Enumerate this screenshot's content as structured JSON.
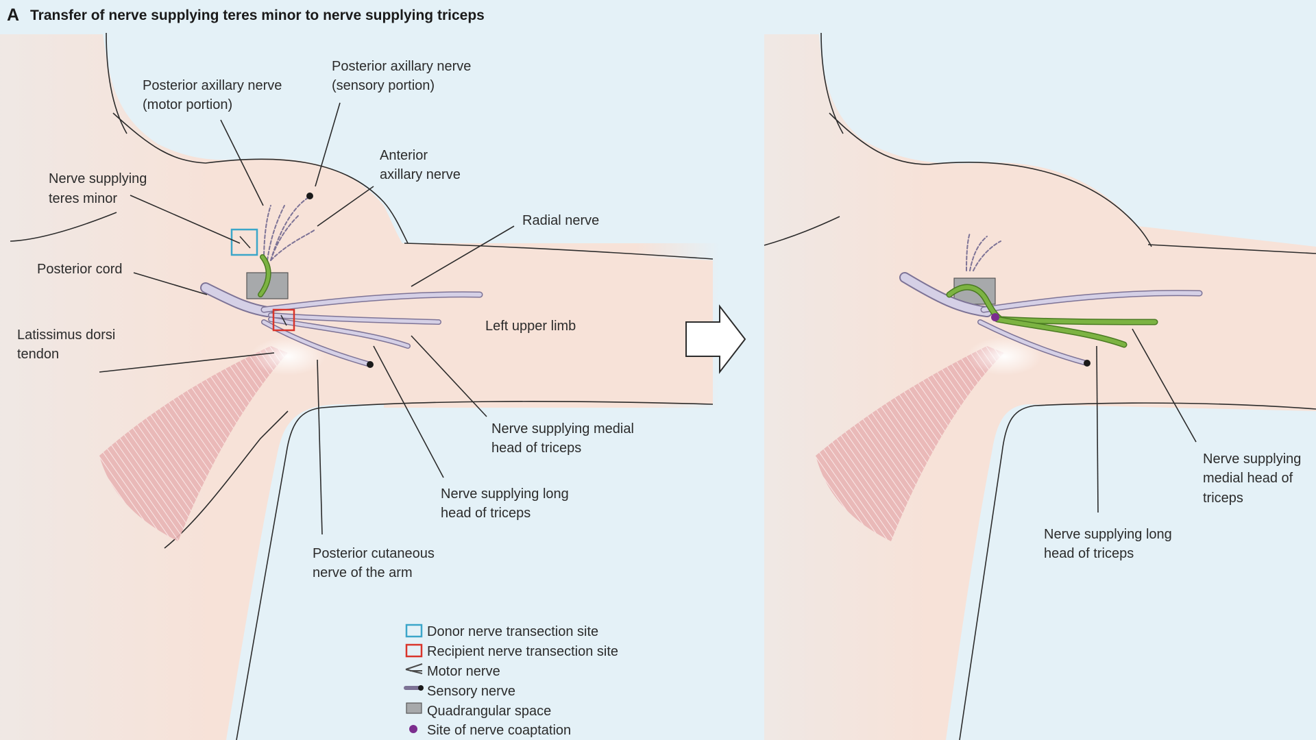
{
  "figure": {
    "panel_letter": "A",
    "title": "Transfer of nerve supplying teres minor to nerve supplying triceps"
  },
  "left_labels": {
    "posterior_axillary_motor": [
      "Posterior axillary nerve",
      "(motor portion)"
    ],
    "posterior_axillary_sensory": [
      "Posterior axillary nerve",
      "(sensory portion)"
    ],
    "anterior_axillary": [
      "Anterior",
      "axillary nerve"
    ],
    "teres_minor": [
      "Nerve supplying",
      "teres minor"
    ],
    "radial": [
      "Radial nerve"
    ],
    "posterior_cord": [
      "Posterior cord"
    ],
    "left_upper_limb": [
      "Left upper limb"
    ],
    "latissimus": [
      "Latissimus dorsi",
      "tendon"
    ],
    "medial_head": [
      "Nerve supplying medial",
      "head of triceps"
    ],
    "long_head": [
      "Nerve supplying long",
      "head of triceps"
    ],
    "posterior_cutaneous": [
      "Posterior cutaneous",
      "nerve of the arm"
    ]
  },
  "right_labels": {
    "medial_head": [
      "Nerve supplying",
      "medial head of",
      "triceps"
    ],
    "long_head": [
      "Nerve supplying long",
      "head of triceps"
    ]
  },
  "legend": [
    {
      "label": "Donor nerve transection site",
      "icon": "blue-square-icon"
    },
    {
      "label": "Recipient nerve transection site",
      "icon": "red-square-icon"
    },
    {
      "label": "Motor nerve",
      "icon": "motor-nerve-icon"
    },
    {
      "label": "Sensory nerve",
      "icon": "sensory-nerve-icon"
    },
    {
      "label": "Quadrangular space",
      "icon": "grey-box-icon"
    },
    {
      "label": "Site of nerve coaptation",
      "icon": "purple-dot-icon"
    }
  ],
  "colors": {
    "background": "#e4f1f7",
    "skin": "#f7e2d8",
    "nerve": "#d5d0e6",
    "nerve_outline": "#7d7396",
    "transferred_nerve": "#7cb342",
    "donor_site": "#3ba6c9",
    "recipient_site": "#d9352b",
    "quadrangular_space": "#a7a9ab",
    "coaptation": "#7b2d8e",
    "muscle": "#d99a9a"
  }
}
